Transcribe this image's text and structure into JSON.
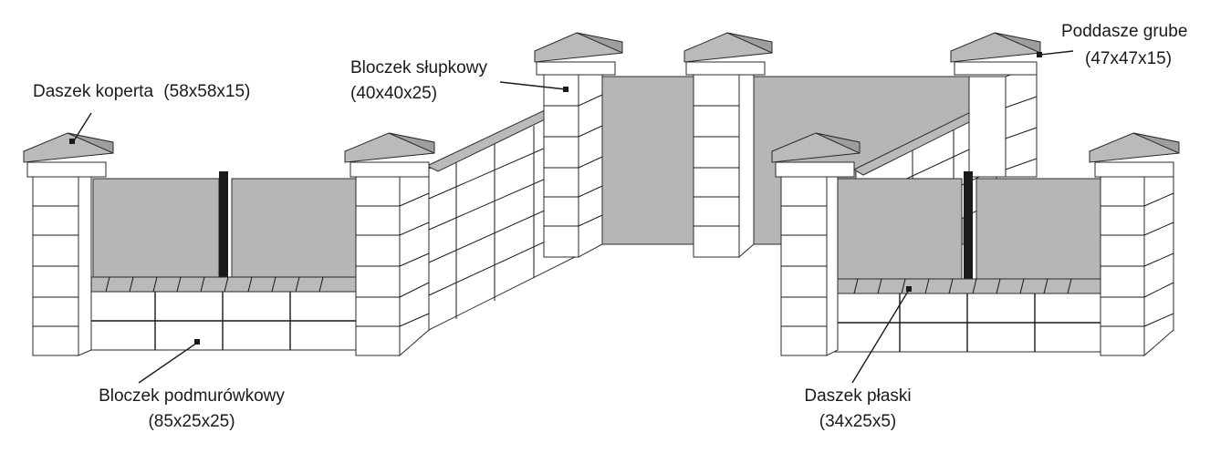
{
  "labels": {
    "daszek_koperta": {
      "name": "Daszek koperta",
      "size": "(58x58x15)"
    },
    "bloczek_slupkowy": {
      "name": "Bloczek słupkowy",
      "size": "(40x40x25)"
    },
    "poddasze_grube": {
      "name": "Poddasze grube",
      "size": "(47x47x15)"
    },
    "bloczek_podmurowkowy": {
      "name": "Bloczek podmurówkowy",
      "size": "(85x25x25)"
    },
    "daszek_plaski": {
      "name": "Daszek płaski",
      "size": "(34x25x5)"
    }
  },
  "colors": {
    "panel": "#b5b6b5",
    "cap_top": "#b9bab9",
    "cap_side": "#9d9e9d",
    "line": "#2b2b2b",
    "background": "#ffffff"
  }
}
